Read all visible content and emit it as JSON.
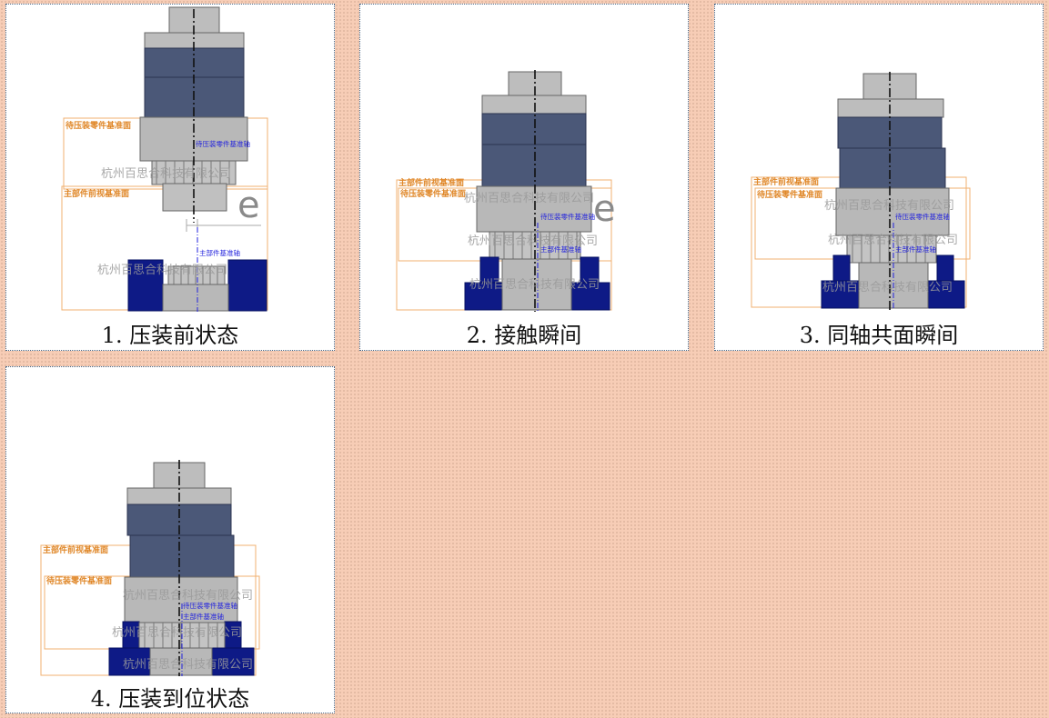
{
  "labels": {
    "pending_ref_plane": "待压装零件基准面",
    "main_ref_plane": "主部件前视基准面",
    "pending_axis": "待压装零件基准轴",
    "main_axis": "主部件基准轴",
    "watermark": "杭州百思合科技有限公司",
    "offset_letter": "e"
  },
  "panels": [
    {
      "caption": "1. 压装前状态"
    },
    {
      "caption": "2. 接触瞬间"
    },
    {
      "caption": "3. 同轴共面瞬间"
    },
    {
      "caption": "4. 压装到位状态"
    }
  ],
  "colors": {
    "background": "#f7cdb6",
    "ring_dark": "#4b5878",
    "gray_part": "#b8b8b8",
    "base_navy": "#0e1a86",
    "ref_orange": "#f0b070",
    "axis_blue": "#2222dd"
  }
}
